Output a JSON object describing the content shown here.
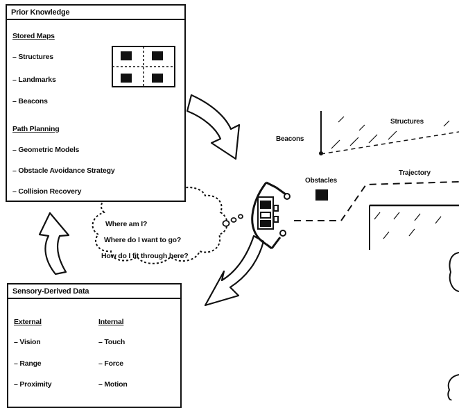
{
  "prior_knowledge": {
    "title": "Prior Knowledge",
    "stored_maps": {
      "heading": "Stored Maps",
      "items": [
        "– Structures",
        "– Landmarks",
        "– Beacons"
      ]
    },
    "path_planning": {
      "heading": "Path Planning",
      "items": [
        "– Geometric Models",
        "– Obstacle Avoidance Strategy",
        "– Collision Recovery"
      ]
    }
  },
  "sensory": {
    "title": "Sensory-Derived Data",
    "external": {
      "heading": "External",
      "items": [
        "– Vision",
        "– Range",
        "– Proximity"
      ]
    },
    "internal": {
      "heading": "Internal",
      "items": [
        "– Touch",
        "– Force",
        "– Motion"
      ]
    }
  },
  "thought": {
    "lines": [
      "Where am I?",
      "Where do I want to go?",
      "How do I fit through here?"
    ]
  },
  "scene": {
    "beacons": "Beacons",
    "structures": "Structures",
    "obstacles": "Obstacles",
    "trajectory": "Trajectory"
  }
}
